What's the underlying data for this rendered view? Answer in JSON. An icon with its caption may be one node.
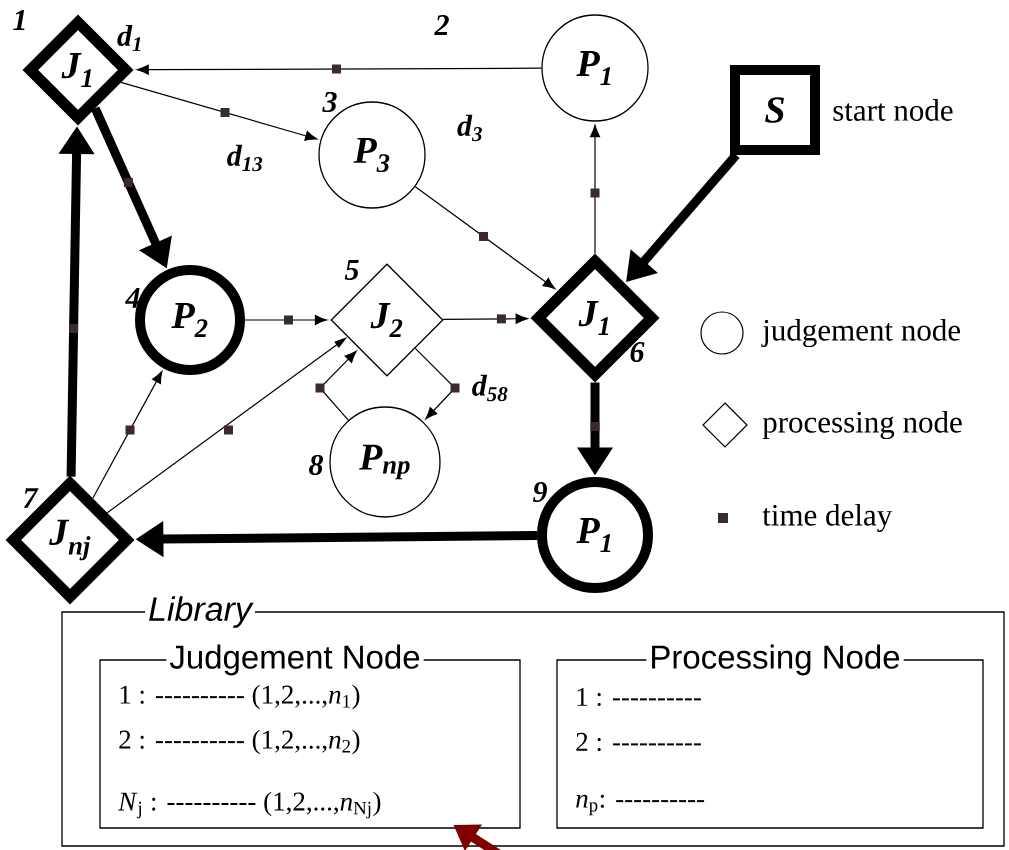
{
  "diagram": {
    "nodes": [
      {
        "text": [
          "J$_{1}$"
        ],
        "beside": [
          "1",
          "d$_{1}$"
        ]
      },
      {
        "text": [
          "P$_{1}$"
        ],
        "beside": [
          "2"
        ]
      },
      {
        "text": [
          "P$_{3}$"
        ],
        "beside": [
          "3",
          "d$_{3}$"
        ]
      },
      {
        "text": [
          "S"
        ],
        "beside": [
          "start node"
        ]
      },
      {
        "text": [
          "P$_{2}$"
        ],
        "beside": [
          "4"
        ]
      },
      {
        "text": [
          "J$_{2}$"
        ],
        "beside": [
          "5"
        ]
      },
      {
        "text": [
          "J$_{1}$"
        ],
        "beside": [
          "6"
        ]
      },
      {
        "text": [
          "P$_{np}$"
        ],
        "beside": [
          "8"
        ]
      },
      {
        "text": [
          "J$_{nj}$"
        ],
        "beside": [
          "7"
        ]
      },
      {
        "text": [
          "P$_{1}$"
        ],
        "beside": [
          "9"
        ]
      },
      {
        "text": [
          "Library"
        ]
      },
      {
        "text": [
          "Judgement Node",
          "1 :  ----------  (1,2,...,*n*$_{1}$)",
          "2 :  ----------  (1,2,...,*n*$_{2}$)",
          "*N*$_{j}$ :  ----------  (1,2,...,*n*$_{Nj}$)"
        ],
        "in": 10
      },
      {
        "text": [
          "Processing Node",
          "1 :  ----------",
          "2 :  ----------",
          "*n*$_{p}$:  ----------"
        ],
        "in": 10
      }
    ],
    "edges": [
      {
        "from": 1,
        "to": 0,
        "arrow": "to"
      },
      {
        "from": 0,
        "to": 2,
        "arrow": "to",
        "label": "d$_{13}$"
      },
      {
        "from": 2,
        "to": 6,
        "arrow": "to"
      },
      {
        "from": 6,
        "to": 1,
        "arrow": "to"
      },
      {
        "from": 3,
        "to": 6,
        "arrow": "to",
        "style": "thick"
      },
      {
        "from": 0,
        "to": 4,
        "arrow": "to",
        "style": "thick"
      },
      {
        "from": 4,
        "to": 5,
        "arrow": "to"
      },
      {
        "from": 5,
        "to": 6,
        "arrow": "to"
      },
      {
        "from": 5,
        "to": 7,
        "arrow": "to",
        "label": "d$_{58}$"
      },
      {
        "from": 7,
        "to": 5,
        "arrow": "to"
      },
      {
        "from": 8,
        "to": 4,
        "arrow": "to"
      },
      {
        "from": 8,
        "to": 5,
        "arrow": "to"
      },
      {
        "from": 8,
        "to": 0,
        "arrow": "to",
        "style": "thick"
      },
      {
        "from": 6,
        "to": 9,
        "arrow": "to",
        "style": "thick"
      },
      {
        "from": 9,
        "to": 8,
        "arrow": "to",
        "style": "thick"
      },
      {
        "from": null,
        "to": 11,
        "arrow": "to",
        "style": "thick",
        "color": "#800000"
      }
    ],
    "legend": [
      {
        "text": "judgement node"
      },
      {
        "text": "processing node"
      },
      {
        "text": "time delay",
        "color": "#3b2b2b"
      }
    ]
  }
}
